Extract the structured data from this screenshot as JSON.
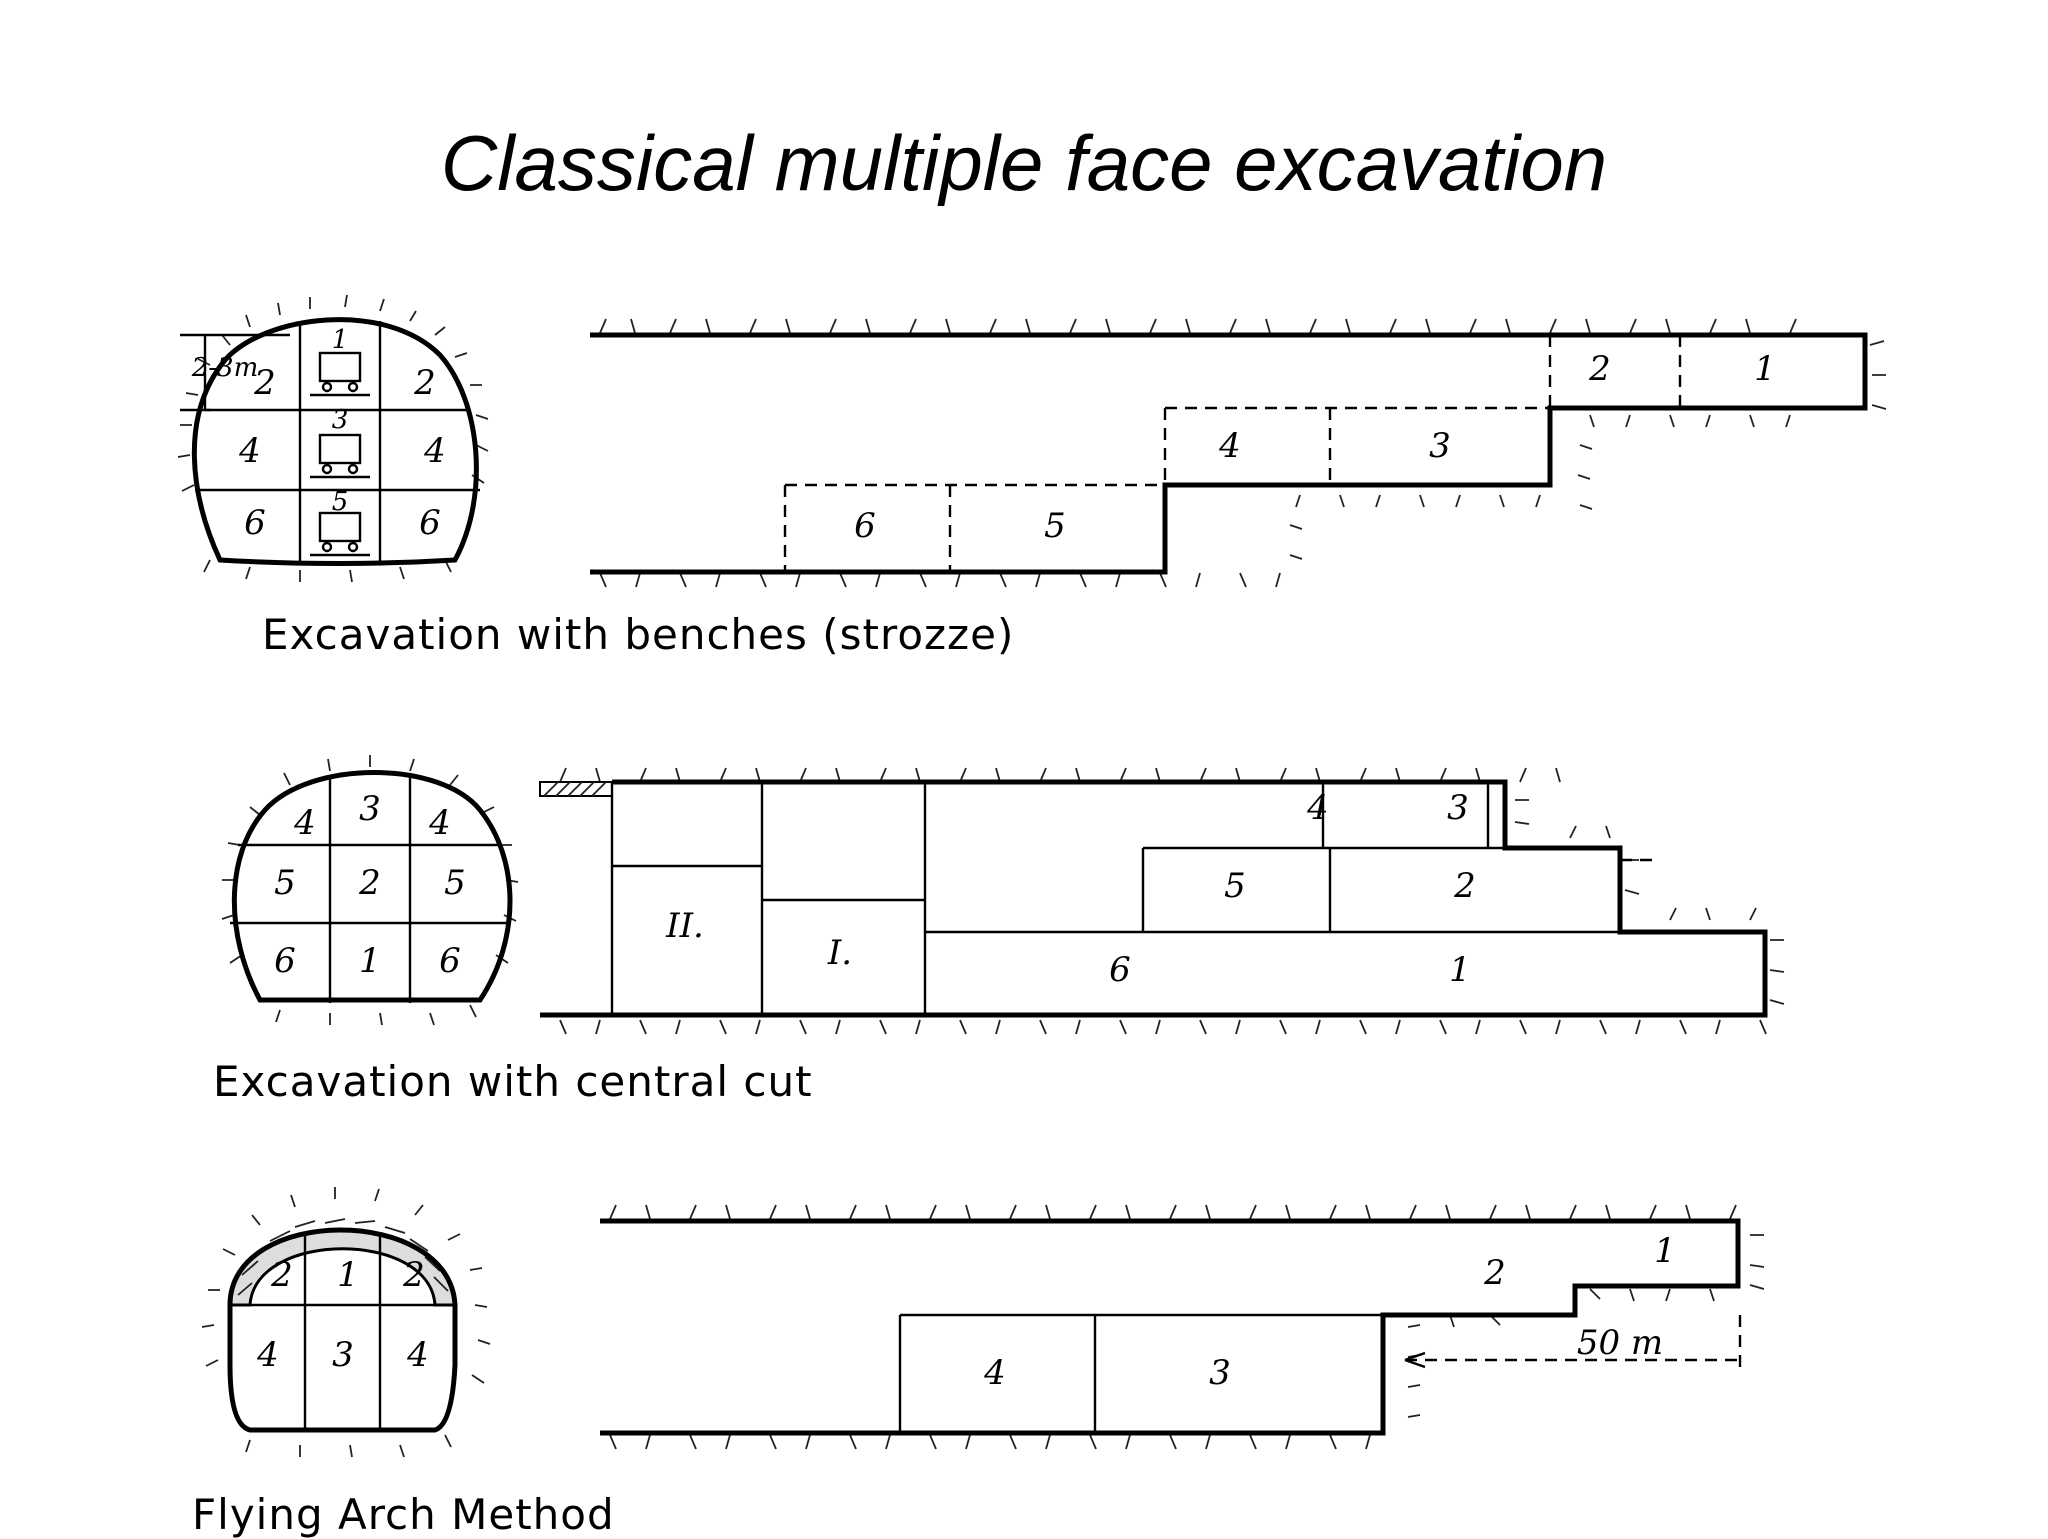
{
  "title": "Classical multiple face excavation",
  "sections": [
    {
      "caption": "Excavation with benches (strozze)",
      "dimension": "2-3m",
      "cross_section_labels": [
        "1",
        "2",
        "2",
        "3",
        "4",
        "4",
        "5",
        "6",
        "6"
      ],
      "profile_labels": [
        "2",
        "1",
        "4",
        "3",
        "6",
        "5"
      ]
    },
    {
      "caption": "Excavation with central cut",
      "cross_section_labels": [
        "3",
        "4",
        "4",
        "5",
        "2",
        "5",
        "6",
        "1",
        "6"
      ],
      "profile_labels": [
        "II.",
        "I.",
        "4",
        "3",
        "5",
        "2",
        "6",
        "1"
      ]
    },
    {
      "caption": "Flying Arch Method",
      "cross_section_labels": [
        "2",
        "1",
        "2",
        "4",
        "3",
        "4"
      ],
      "profile_labels": [
        "1",
        "2",
        "4",
        "3"
      ],
      "dimension": "50 m"
    }
  ]
}
